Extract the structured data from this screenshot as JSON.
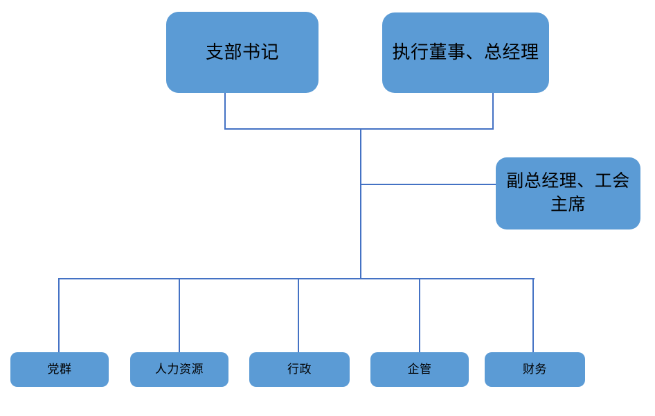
{
  "chart": {
    "type": "org-chart",
    "background_color": "#ffffff",
    "node_fill_color": "#5b9bd5",
    "connector_color": "#4472c4",
    "text_color": "#000000"
  },
  "nodes": {
    "party_secretary": {
      "label": "支部书记"
    },
    "executive_director": {
      "label": "执行董事、总经理"
    },
    "deputy_gm": {
      "label": "副总经理、工会主席"
    }
  },
  "departments": [
    {
      "label": "党群"
    },
    {
      "label": "人力资源"
    },
    {
      "label": "行政"
    },
    {
      "label": "企管"
    },
    {
      "label": "财务"
    }
  ]
}
